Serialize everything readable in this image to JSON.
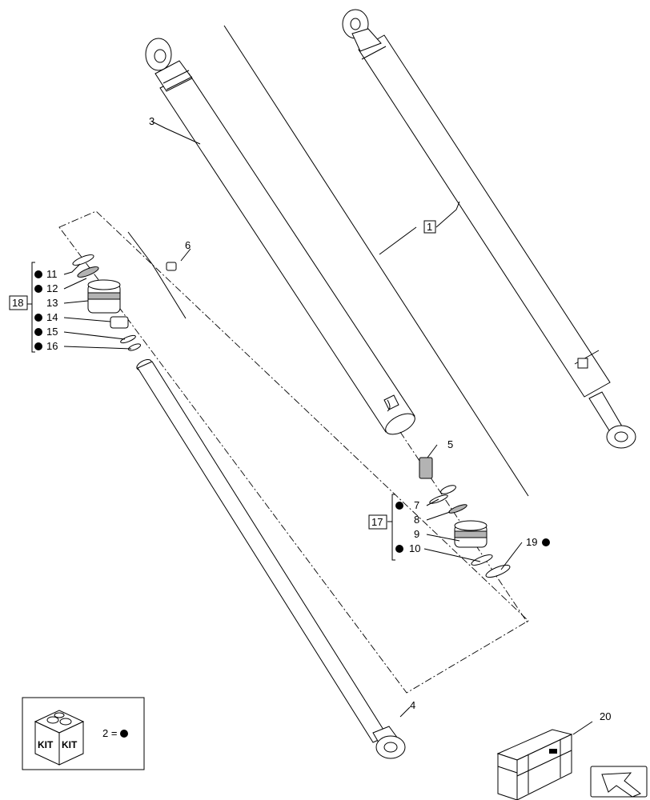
{
  "callouts": {
    "p1": "1",
    "p3": "3",
    "p4": "4",
    "p5": "5",
    "p6": "6",
    "p7": "7",
    "p8": "8",
    "p9": "9",
    "p10": "10",
    "p11": "11",
    "p12": "12",
    "p13": "13",
    "p14": "14",
    "p15": "15",
    "p16": "16",
    "p17": "17",
    "p18": "18",
    "p19": "19",
    "p20": "20"
  },
  "legend": {
    "kit_word": "KIT",
    "key_text": "2 ="
  },
  "colors": {
    "line": "#000000",
    "shade": "#b3b3b3",
    "background": "#ffffff"
  },
  "icons": [
    "kit-box-icon",
    "filled-dot-icon",
    "shipping-crate-icon",
    "navigation-arrow-icon"
  ]
}
